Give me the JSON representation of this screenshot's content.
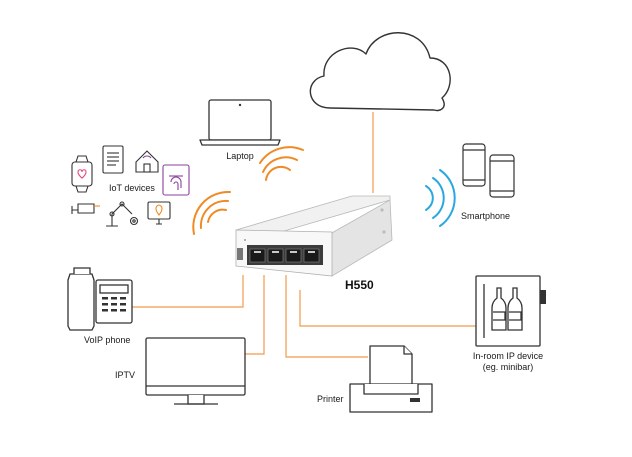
{
  "device": {
    "model": "H550"
  },
  "labels": {
    "laptop": "Laptop",
    "iot": "IoT devices",
    "smartphone": "Smartphone",
    "voip": "VoIP phone",
    "iptv": "IPTV",
    "printer": "Printer",
    "inroom_line1": "In-room IP device",
    "inroom_line2": "(eg. minibar)"
  },
  "colors": {
    "wired": "#f29b4c",
    "wireless_orange": "#f08a24",
    "wireless_blue": "#29a8e0",
    "iot_purple": "#8a3fa0",
    "iot_pink": "#e24a7b",
    "icon_stroke": "#333333"
  }
}
